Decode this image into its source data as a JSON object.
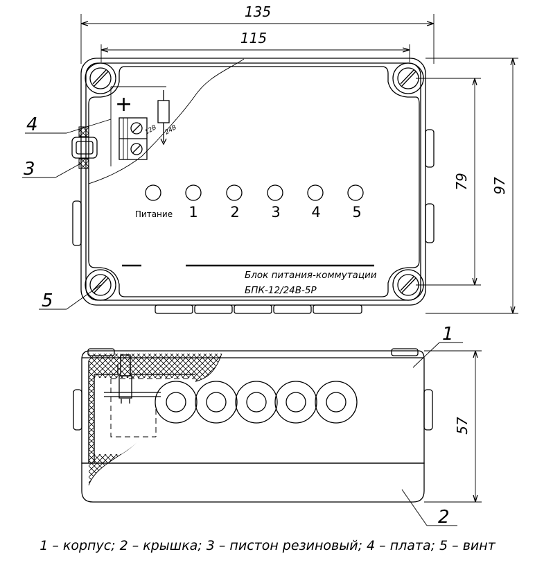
{
  "dimensions": {
    "overall_width": "135",
    "inner_width": "115",
    "screw_spacing_v": "79",
    "overall_height": "97",
    "side_height": "57"
  },
  "callouts": [
    "1",
    "2",
    "3",
    "4",
    "5"
  ],
  "front_panel": {
    "power_label": "Питание",
    "channel_labels": [
      "1",
      "2",
      "3",
      "4",
      "5"
    ],
    "plus_sign": "+",
    "minus_sign": "",
    "device_name_line1": "Блок питания-коммутации",
    "device_name_line2": "БПК-12/24В-5Р",
    "jumper_labels": [
      "12В",
      "24В"
    ]
  },
  "legend": "1 – корпус; 2 – крышка; 3 – пистон резиновый; 4 – плата; 5 – винт"
}
